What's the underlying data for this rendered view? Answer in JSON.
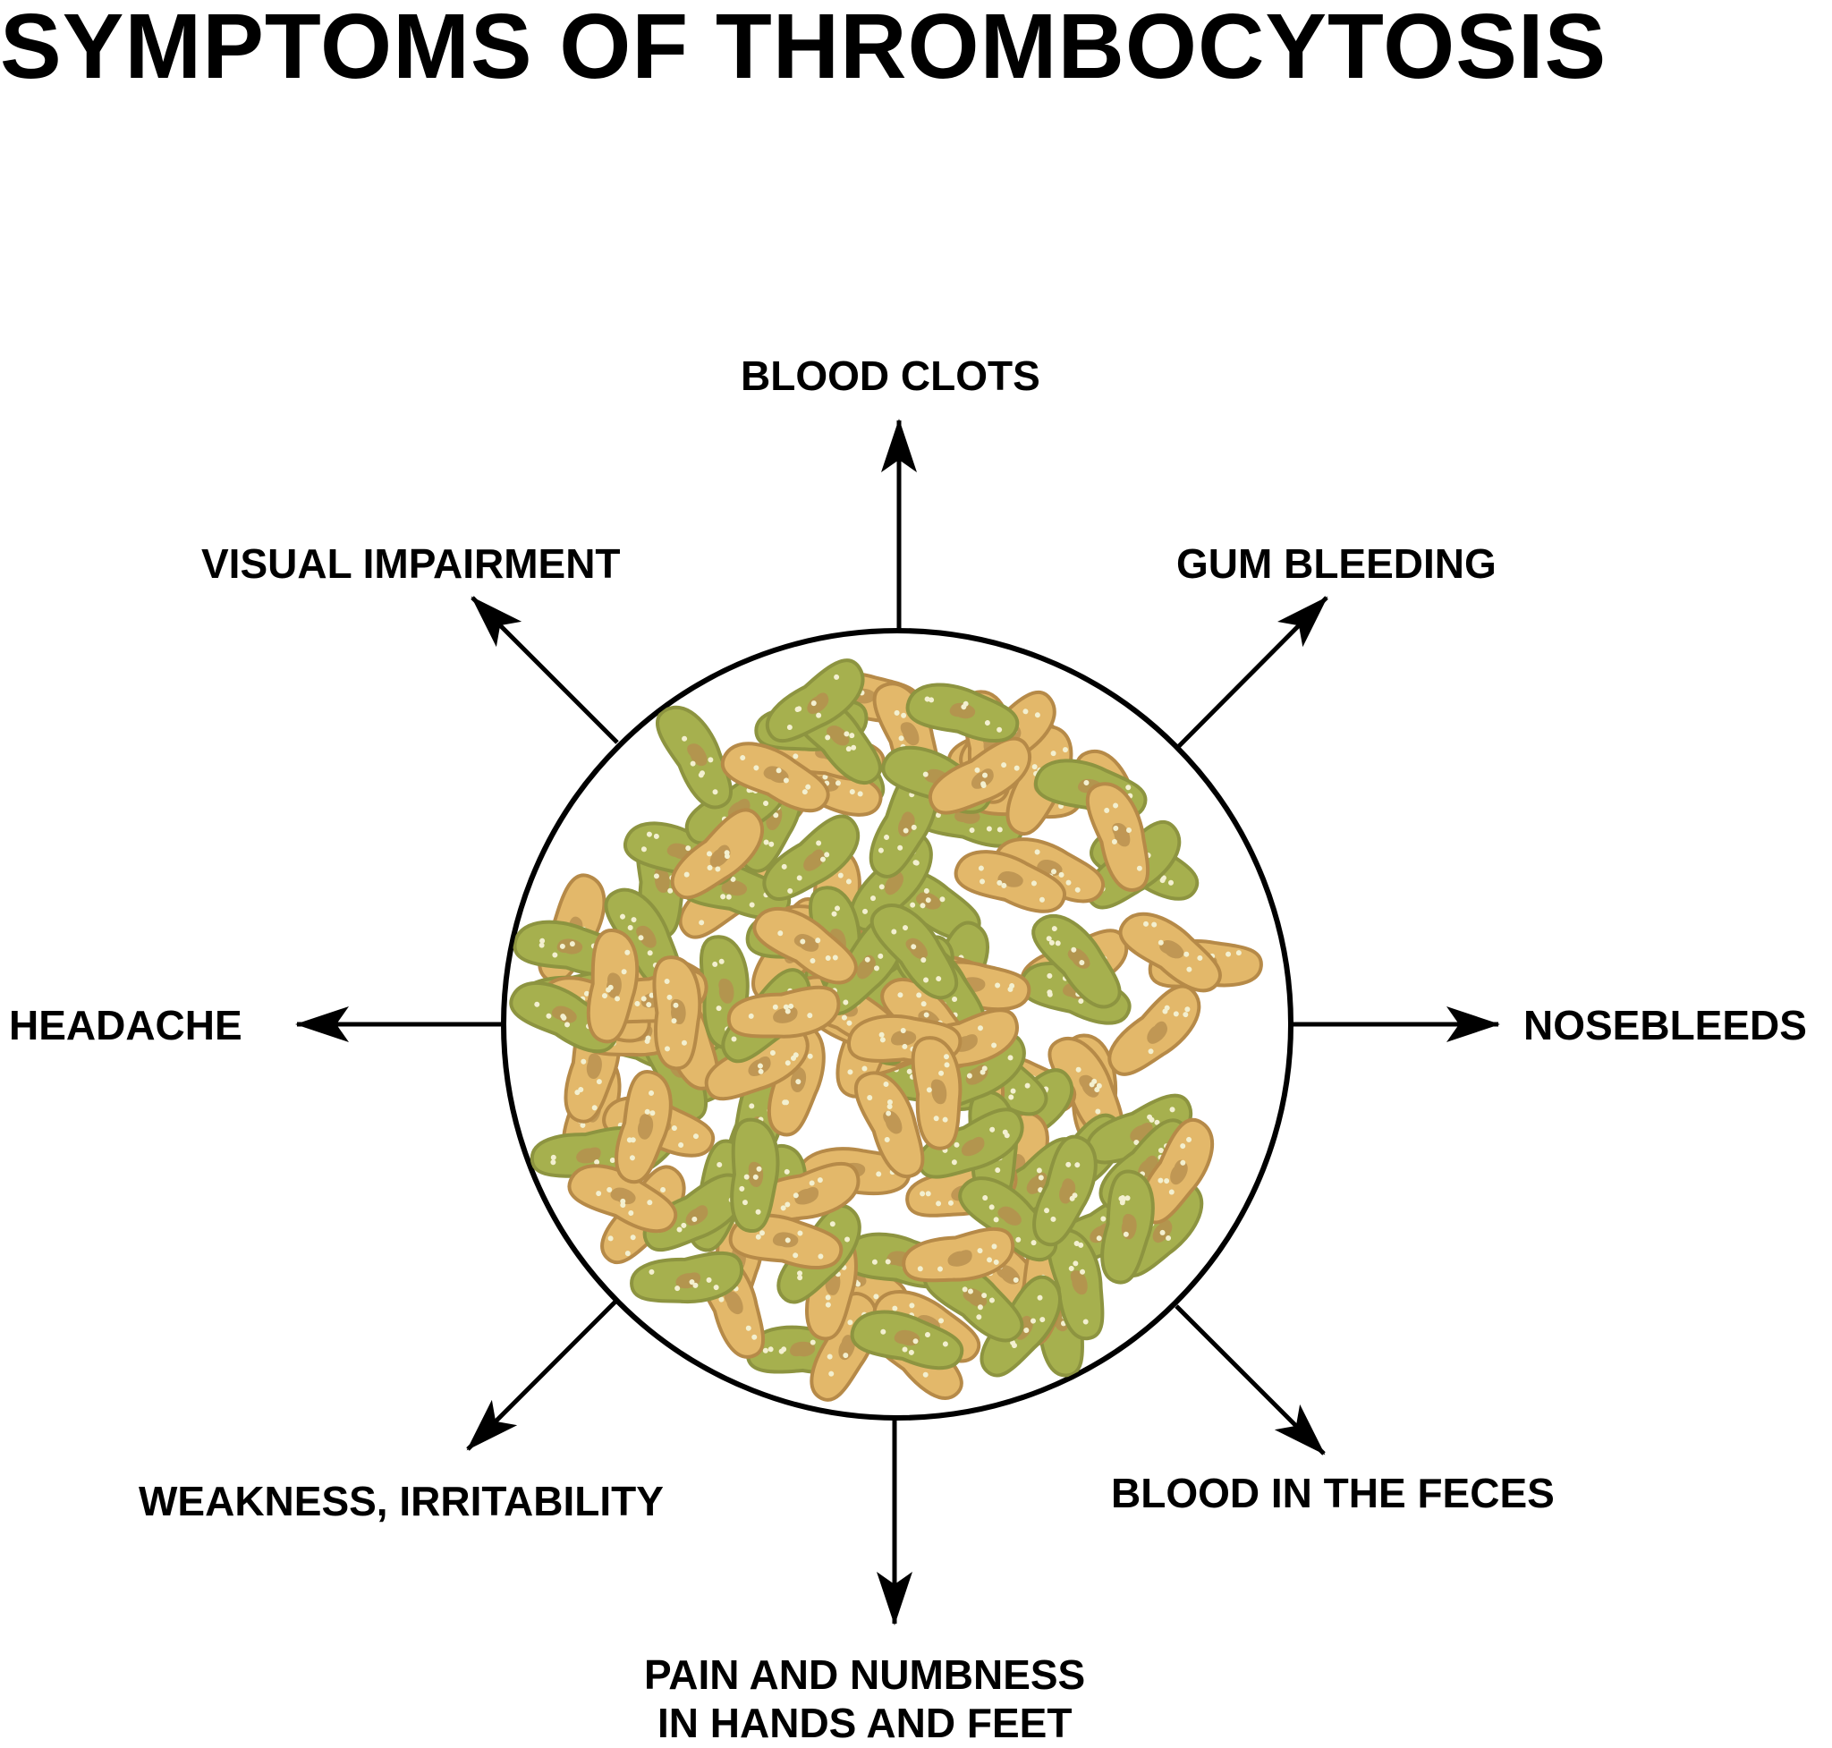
{
  "title": "SYMPTOMS OF THROMBOCYTOSIS",
  "symptoms": {
    "top": "BLOOD CLOTS",
    "top_right": "GUM BLEEDING",
    "right": "NOSEBLEEDS",
    "bottom_right": "BLOOD IN THE FECES",
    "bottom_line1": "PAIN AND NUMBNESS",
    "bottom_line2": "IN HANDS AND FEET",
    "bottom_left": "WEAKNESS, IRRITABILITY",
    "left": "HEADACHE",
    "top_left": "VISUAL IMPAIRMENT"
  },
  "colors": {
    "stroke": "#000000",
    "platelet_tan": "#e3b86a",
    "platelet_dark": "#b68a48",
    "platelet_green": "#a6b04e",
    "platelet_green_dark": "#8d9440",
    "nucleus": "#b78e4f"
  }
}
